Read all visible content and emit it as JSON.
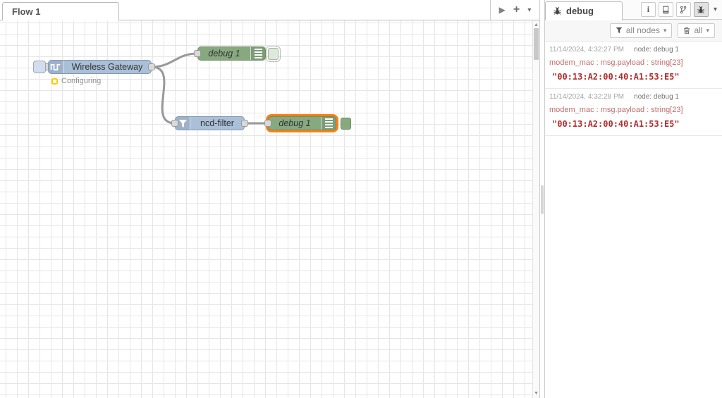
{
  "colors": {
    "node_blue": "#aabfd8",
    "node_green": "#87a980",
    "selected_orange": "#ff7f0e",
    "wire_gray": "#999999",
    "status_yellow": "#ffcb05",
    "debug_value_red": "#b42c2c",
    "debug_prop_salmon": "#bd6e6e"
  },
  "icons": {
    "play": "▶",
    "add": "+",
    "chevron_down": "▾",
    "scroll_up": "▲",
    "scroll_down": "▼",
    "info": "i"
  },
  "tabbar": {
    "flow_tab": "Flow 1"
  },
  "canvas": {
    "nodes": [
      {
        "label": "Wireless Gateway"
      },
      {
        "label": "debug 1"
      },
      {
        "label": "ncd-filter"
      },
      {
        "label": "debug 1"
      }
    ],
    "status": "Configuring"
  },
  "sidebar": {
    "tab": "debug",
    "filter_button": "all nodes",
    "clear_button": "all",
    "messages": [
      {
        "timestamp": "11/14/2024, 4:32:27 PM",
        "node": "node: debug 1",
        "property": "modem_mac : msg.payload : string[23]",
        "value": "\"00:13:A2:00:40:A1:53:E5\""
      },
      {
        "timestamp": "11/14/2024, 4:32:28 PM",
        "node": "node: debug 1",
        "property": "modem_mac : msg.payload : string[23]",
        "value": "\"00:13:A2:00:40:A1:53:E5\""
      }
    ]
  }
}
